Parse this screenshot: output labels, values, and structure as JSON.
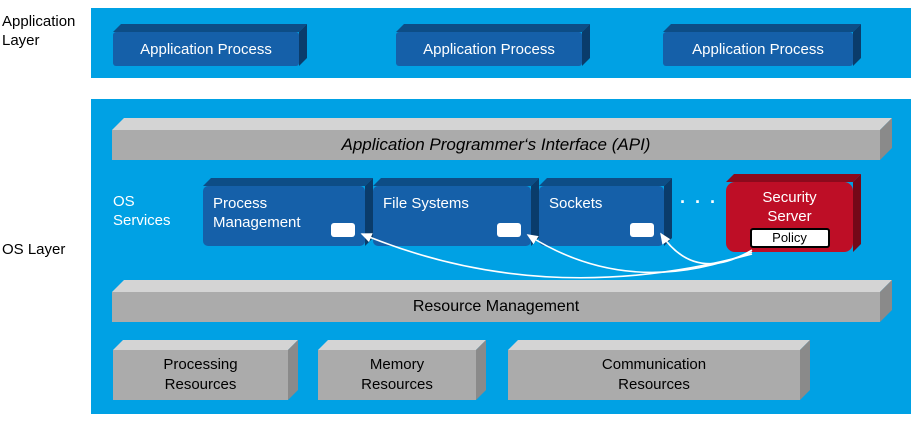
{
  "layers": {
    "application": {
      "label": "Application\nLayer",
      "processes": [
        "Application Process",
        "Application Process",
        "Application Process"
      ]
    },
    "os": {
      "label": "OS Layer",
      "api_bar": "Application Programmer‘s Interface (API)",
      "services_label": "OS\nServices",
      "services": [
        {
          "label": "Process\nManagement"
        },
        {
          "label": "File Systems"
        },
        {
          "label": "Sockets"
        }
      ],
      "dots": "· · ·",
      "security": {
        "label": "Security\nServer",
        "policy": "Policy"
      },
      "resource_bar": "Resource Management",
      "resources": [
        "Processing\nResources",
        "Memory\nResources",
        "Communication\nResources"
      ]
    }
  },
  "colors": {
    "band_blue": "#00A1E4",
    "box_blue": "#1560A9",
    "box_blue_top": "#0D4D86",
    "box_blue_side": "#0A3C6B",
    "red": "#BE0E26",
    "red_top": "#8C0A1C",
    "red_side": "#740818",
    "gray": "#ABABAB",
    "gray_top": "#D4D4D4",
    "gray_side": "#8A8A8A"
  }
}
